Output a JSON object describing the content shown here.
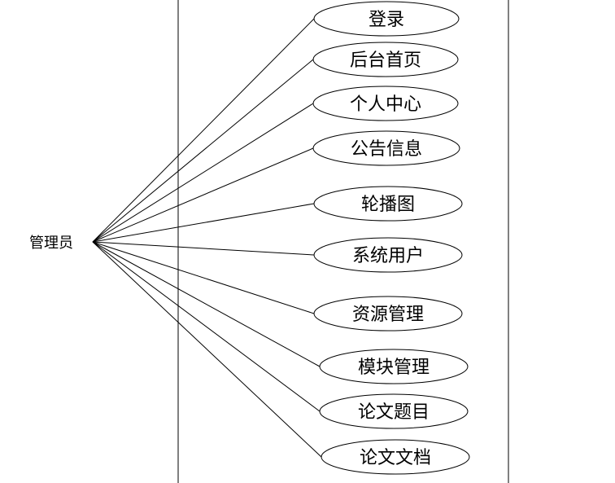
{
  "actor": {
    "label": "管理员"
  },
  "use_cases": [
    {
      "label": "登录"
    },
    {
      "label": "后台首页"
    },
    {
      "label": "个人中心"
    },
    {
      "label": "公告信息"
    },
    {
      "label": "轮播图"
    },
    {
      "label": "系统用户"
    },
    {
      "label": "资源管理"
    },
    {
      "label": "模块管理"
    },
    {
      "label": "论文题目"
    },
    {
      "label": "论文文档"
    }
  ]
}
